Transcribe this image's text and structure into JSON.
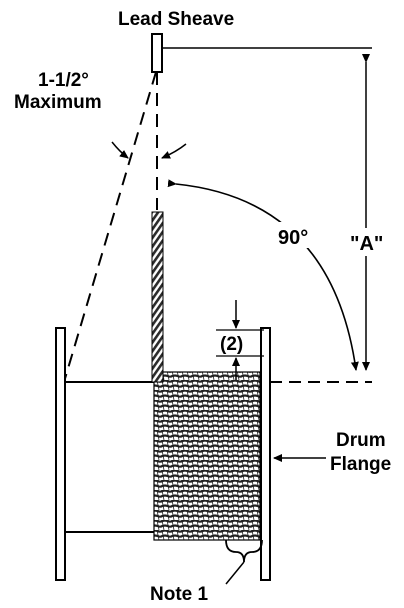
{
  "labels": {
    "lead_sheave": "Lead Sheave",
    "max_angle_line1": "1-1/2°",
    "max_angle_line2": "Maximum",
    "right_angle": "90°",
    "dimension_a": "\"A\"",
    "rope_layer_gap": "(2)",
    "drum_flange_line1": "Drum",
    "drum_flange_line2": "Flange",
    "note_1": "Note 1"
  },
  "colors": {
    "ink": "#000000",
    "rope": "#2b2b2b",
    "background": "#ffffff"
  }
}
